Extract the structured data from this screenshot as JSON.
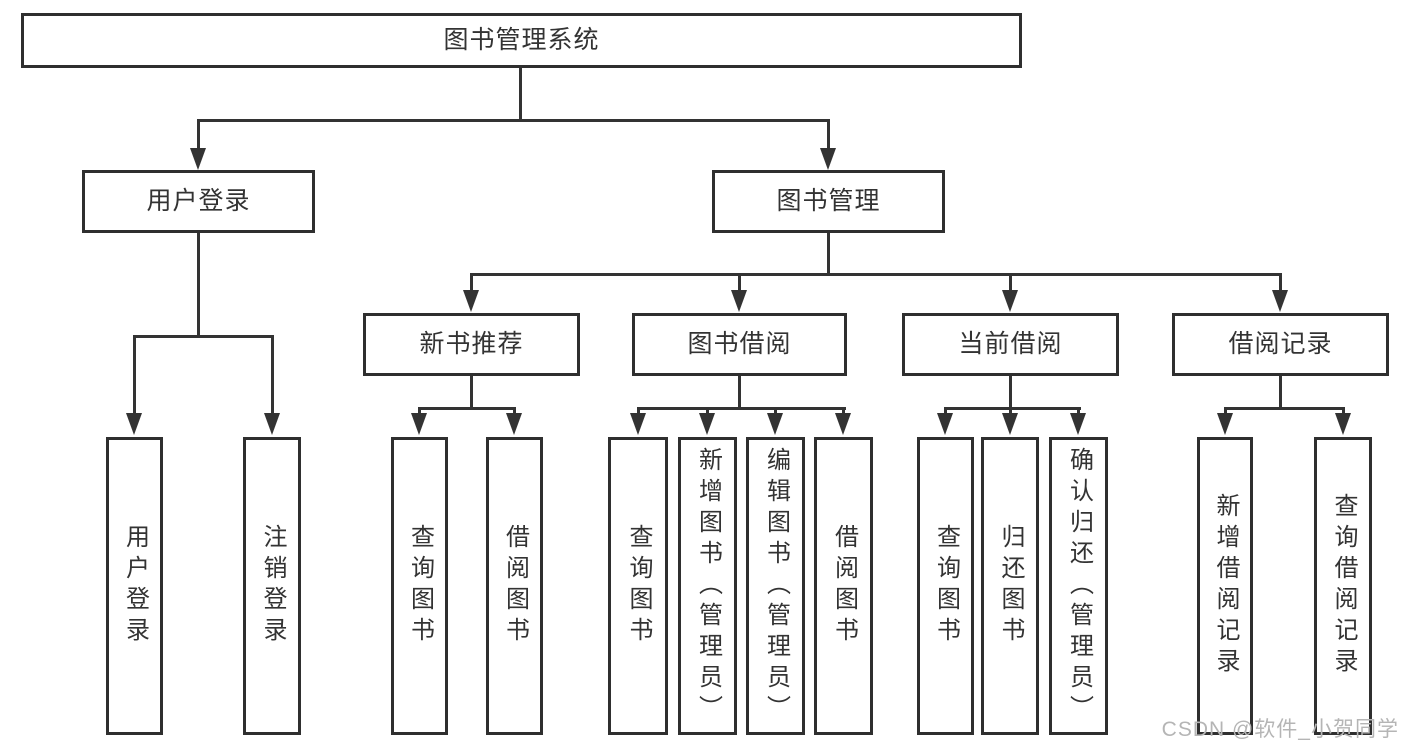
{
  "tree": {
    "label": "图书管理系统",
    "children": [
      {
        "label": "用户登录",
        "children": [
          {
            "label": "用户登录"
          },
          {
            "label": "注销登录"
          }
        ]
      },
      {
        "label": "图书管理",
        "children": [
          {
            "label": "新书推荐",
            "children": [
              {
                "label": "查询图书"
              },
              {
                "label": "借阅图书"
              }
            ]
          },
          {
            "label": "图书借阅",
            "children": [
              {
                "label": "查询图书"
              },
              {
                "label": "新增图书（管理员）"
              },
              {
                "label": "编辑图书（管理员）"
              },
              {
                "label": "借阅图书"
              }
            ]
          },
          {
            "label": "当前借阅",
            "children": [
              {
                "label": "查询图书"
              },
              {
                "label": "归还图书"
              },
              {
                "label": "确认归还（管理员）"
              }
            ]
          },
          {
            "label": "借阅记录",
            "children": [
              {
                "label": "新增借阅记录"
              },
              {
                "label": "查询借阅记录"
              }
            ]
          }
        ]
      }
    ]
  },
  "watermark": {
    "text": "CSDN @软件_小贺同学",
    "color": "#b5b5b5"
  },
  "colors": {
    "line": "#333333",
    "box_border": "#2f2f2f",
    "text": "#333333",
    "background": "#ffffff"
  }
}
